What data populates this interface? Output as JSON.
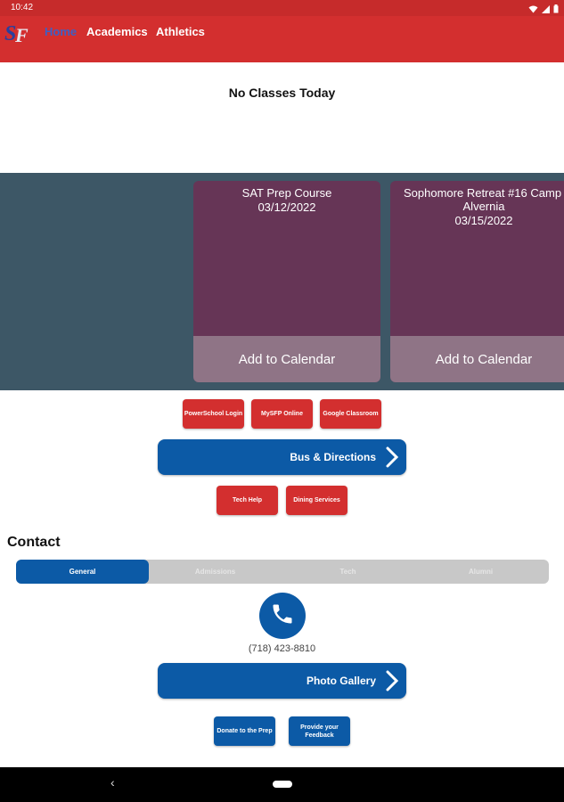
{
  "status_bar": {
    "time": "10:42"
  },
  "nav": {
    "logo_text": "SF",
    "tabs": [
      "Home",
      "Academics",
      "Athletics"
    ],
    "active_tab": "Home"
  },
  "schedule": {
    "message": "No Classes Today"
  },
  "events": [
    {
      "title": "SAT Prep Course",
      "title2": "",
      "date": "03/12/2022",
      "add_label": "Add to Calendar"
    },
    {
      "title": "Sophomore Retreat #16 Camp",
      "title2": "Alvernia",
      "date": "03/15/2022",
      "add_label": "Add to Calendar"
    }
  ],
  "quick_links": {
    "row1": [
      "PowerSchool Login",
      "MySFP Online",
      "Google Classroom"
    ],
    "bus": "Bus & Directions",
    "row2": [
      "Tech Help",
      "Dining Services"
    ]
  },
  "contact": {
    "heading": "Contact",
    "tabs": [
      "General",
      "Admissions",
      "Tech",
      "Alumni"
    ],
    "active_tab": "General",
    "phone": "(718) 423-8810"
  },
  "gallery": {
    "label": "Photo Gallery"
  },
  "footer_links": [
    "Donate to the Prep",
    "Provide your Feedback"
  ],
  "colors": {
    "brand_red": "#d32f2f",
    "brand_blue": "#0c5aa6",
    "event_card": "#663556",
    "events_bg": "#3d5766"
  },
  "icons": [
    "wifi-icon",
    "battery-icon",
    "phone-icon",
    "chevron-right-icon",
    "back-icon"
  ]
}
